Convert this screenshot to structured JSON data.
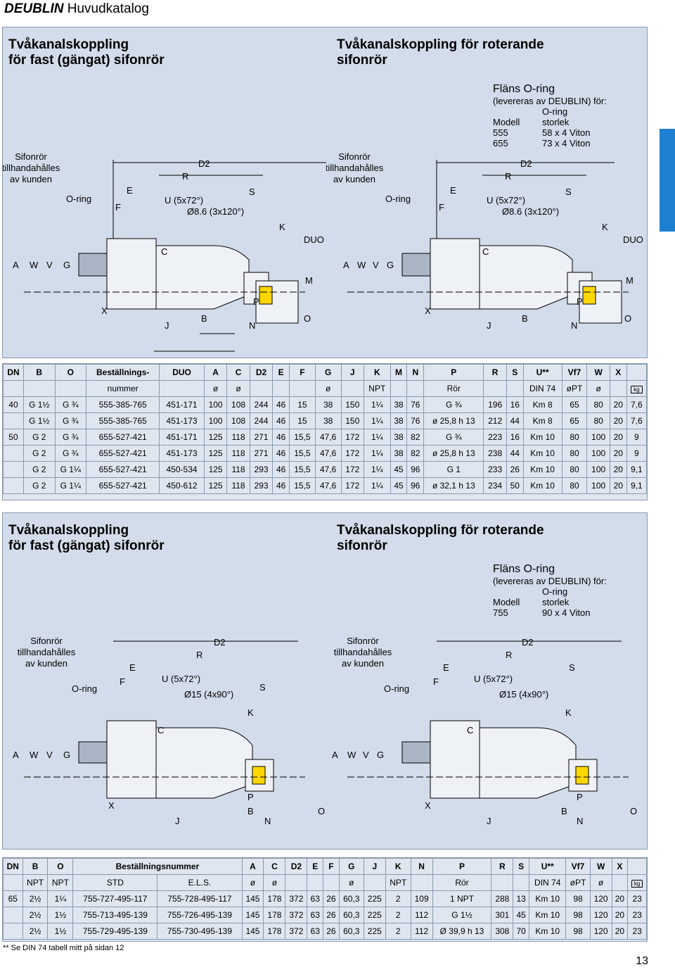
{
  "header": {
    "brand": "DEUBLIN",
    "title": "Huvudkatalog"
  },
  "page_number": "13",
  "footnote": "** Se DIN 74 tabell mitt på sidan 12",
  "section1": {
    "title_left_1": "Tvåkanalskoppling",
    "title_left_2": "för fast (gängat) sifonrör",
    "title_right_1": "Tvåkanalskoppling för roterande",
    "title_right_2": "sifonrör",
    "flange": {
      "title": "Fläns O-ring",
      "note": "(levereras av DEUBLIN) för:",
      "rows": [
        [
          "Modell",
          "O-ring storlek"
        ],
        [
          "555",
          "58 x 4 Viton"
        ],
        [
          "655",
          "73 x 4 Viton"
        ]
      ]
    }
  },
  "section2": {
    "title_left_1": "Tvåkanalskoppling",
    "title_left_2": "för fast (gängat) sifonrör",
    "title_right_1": "Tvåkanalskoppling för roterande",
    "title_right_2": "sifonrör",
    "flange": {
      "title": "Fläns O-ring",
      "note": "(levereras av DEUBLIN) för:",
      "rows": [
        [
          "Modell",
          "O-ring storlek"
        ],
        [
          "755",
          "90 x 4 Viton"
        ]
      ]
    }
  },
  "drawing_labels": {
    "sifon1": "Sifonrör",
    "sifon2": "tillhandahålles",
    "sifon3": "av kunden",
    "oring": "O-ring",
    "D2": "D2",
    "R": "R",
    "E": "E",
    "F": "F",
    "U": "U (5x72°)",
    "S": "S",
    "hole_a": "Ø8.6 (3x120°)",
    "hole_b": "Ø15 (4x90°)",
    "K": "K",
    "DUO": "DUO",
    "C": "C",
    "A": "A",
    "W": "W",
    "V": "V",
    "G": "G",
    "M": "M",
    "X": "X",
    "P": "P",
    "J": "J",
    "B": "B",
    "N": "N",
    "O": "O"
  },
  "table1": {
    "head1": [
      "DN",
      "B",
      "O",
      "Beställnings-",
      "DUO",
      "A",
      "C",
      "D2",
      "E",
      "F",
      "G",
      "J",
      "K",
      "M",
      "N",
      "P",
      "R",
      "S",
      "U**",
      "Vf7",
      "W",
      "X"
    ],
    "head2": [
      "",
      "",
      "",
      "nummer",
      "",
      "ø",
      "ø",
      "",
      "",
      "",
      "ø",
      "",
      "NPT",
      "",
      "",
      "Rör",
      "",
      "",
      "DIN 74",
      "øPT",
      "ø",
      "",
      "kg"
    ],
    "rows": [
      [
        "40",
        "G 1½",
        "G ¾",
        "555-385-765",
        "451-171",
        "100",
        "108",
        "244",
        "46",
        "15",
        "38",
        "150",
        "1¼",
        "38",
        "76",
        "G ¾",
        "196",
        "16",
        "Km 8",
        "65",
        "80",
        "20",
        "7,6"
      ],
      [
        "",
        "G 1½",
        "G ¾",
        "555-385-765",
        "451-173",
        "100",
        "108",
        "244",
        "46",
        "15",
        "38",
        "150",
        "1¼",
        "38",
        "76",
        "ø 25,8 h 13",
        "212",
        "44",
        "Km 8",
        "65",
        "80",
        "20",
        "7,6"
      ],
      [
        "50",
        "G 2",
        "G ¾",
        "655-527-421",
        "451-171",
        "125",
        "118",
        "271",
        "46",
        "15,5",
        "47,6",
        "172",
        "1¼",
        "38",
        "82",
        "G ¾",
        "223",
        "16",
        "Km 10",
        "80",
        "100",
        "20",
        "9"
      ],
      [
        "",
        "G 2",
        "G ¾",
        "655-527-421",
        "451-173",
        "125",
        "118",
        "271",
        "46",
        "15,5",
        "47,6",
        "172",
        "1¼",
        "38",
        "82",
        "ø 25,8 h 13",
        "238",
        "44",
        "Km 10",
        "80",
        "100",
        "20",
        "9"
      ],
      [
        "",
        "G 2",
        "G 1¼",
        "655-527-421",
        "450-534",
        "125",
        "118",
        "293",
        "46",
        "15,5",
        "47,6",
        "172",
        "1¼",
        "45",
        "96",
        "G 1",
        "233",
        "26",
        "Km 10",
        "80",
        "100",
        "20",
        "9,1"
      ],
      [
        "",
        "G 2",
        "G 1¼",
        "655-527-421",
        "450-612",
        "125",
        "118",
        "293",
        "46",
        "15,5",
        "47,6",
        "172",
        "1¼",
        "45",
        "96",
        "ø 32,1 h 13",
        "234",
        "50",
        "Km 10",
        "80",
        "100",
        "20",
        "9,1"
      ]
    ]
  },
  "table2": {
    "head1": [
      "DN",
      "B",
      "O",
      "Beställningsnummer",
      "A",
      "C",
      "D2",
      "E",
      "F",
      "G",
      "J",
      "K",
      "N",
      "P",
      "R",
      "S",
      "U**",
      "Vf7",
      "W",
      "X"
    ],
    "head2": [
      "",
      "NPT",
      "NPT",
      "STD",
      "E.L.S.",
      "ø",
      "ø",
      "",
      "",
      "",
      "ø",
      "",
      "NPT",
      "",
      "Rör",
      "",
      "",
      "DIN 74",
      "øPT",
      "ø",
      "",
      "kg"
    ],
    "rows": [
      [
        "65",
        "2½",
        "1¼",
        "755-727-495-117",
        "755-728-495-117",
        "145",
        "178",
        "372",
        "63",
        "26",
        "60,3",
        "225",
        "2",
        "109",
        "1 NPT",
        "288",
        "13",
        "Km 10",
        "98",
        "120",
        "20",
        "23"
      ],
      [
        "",
        "2½",
        "1½",
        "755-713-495-139",
        "755-726-495-139",
        "145",
        "178",
        "372",
        "63",
        "26",
        "60,3",
        "225",
        "2",
        "112",
        "G 1½",
        "301",
        "45",
        "Km 10",
        "98",
        "120",
        "20",
        "23"
      ],
      [
        "",
        "2½",
        "1½",
        "755-729-495-139",
        "755-730-495-139",
        "145",
        "178",
        "372",
        "63",
        "26",
        "60,3",
        "225",
        "2",
        "112",
        "Ø 39,9 h 13",
        "308",
        "70",
        "Km 10",
        "98",
        "120",
        "20",
        "23"
      ]
    ]
  }
}
